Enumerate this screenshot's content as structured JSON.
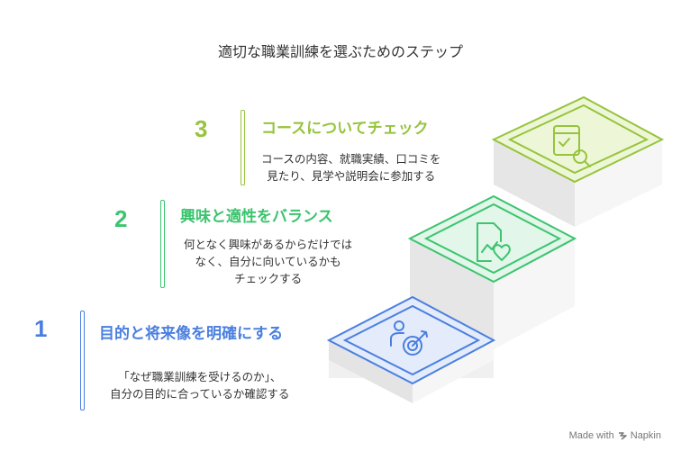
{
  "title": "適切な職業訓練を選ぶためのステップ",
  "steps": [
    {
      "number": "1",
      "heading": "目的と将来像を明確にする",
      "desc": [
        "「なぜ職業訓練を受けるのか」、",
        "自分の目的に合っているか確認する"
      ],
      "color": "#4a7fe0",
      "icon": "target-person-icon"
    },
    {
      "number": "2",
      "heading": "興味と適性をバランス",
      "desc": [
        "何となく興味があるからだけでは",
        "なく、自分に向いているかも",
        "チェックする"
      ],
      "color": "#3cc46e",
      "icon": "chart-heart-icon"
    },
    {
      "number": "3",
      "heading": "コースについてチェック",
      "desc": [
        "コースの内容、就職実績、口コミを",
        "見たり、見学や説明会に参加する"
      ],
      "color": "#96c43c",
      "icon": "browser-search-icon"
    }
  ],
  "footer": {
    "made_with": "Made with",
    "brand": "Napkin"
  }
}
